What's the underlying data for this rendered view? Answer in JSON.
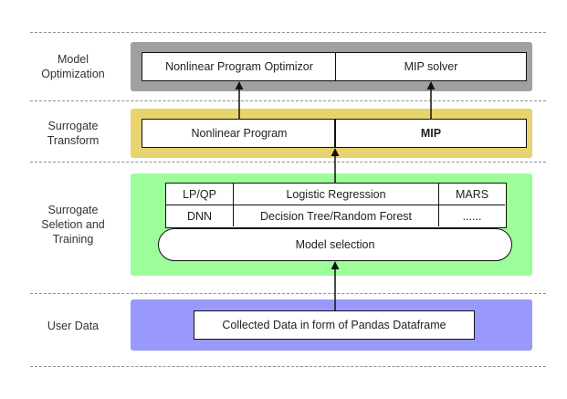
{
  "layers": {
    "optimization": "Model\nOptimization",
    "transform": "Surrogate\nTransform",
    "training": "Surrogate\nSeletion and\nTraining",
    "user_data": "User Data"
  },
  "optimization": {
    "nlp_optimizer": "Nonlinear Program Optimizor",
    "mip_solver": "MIP solver"
  },
  "transform": {
    "nonlinear_program": "Nonlinear Program",
    "mip": "MIP"
  },
  "training": {
    "row1": [
      "LP/QP",
      "Logistic Regression",
      "MARS"
    ],
    "row2": [
      "DNN",
      "Decision Tree/Random Forest",
      "......"
    ],
    "model_selection": "Model selection"
  },
  "user_data": {
    "collected": "Collected Data in form of Pandas Dataframe"
  },
  "colors": {
    "optimization_band": "#a0a0a0",
    "transform_band": "#e8d36f",
    "training_band": "#9cfd99",
    "user_data_band": "#9999fb"
  }
}
